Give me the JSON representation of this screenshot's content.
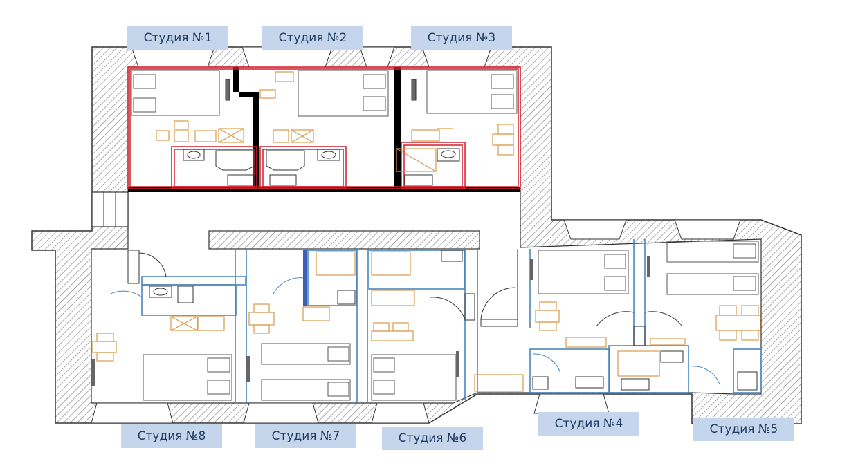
{
  "studios": {
    "s1": "Студия №1",
    "s2": "Студия №2",
    "s3": "Студия №3",
    "s4": "Студия №4",
    "s5": "Студия №5",
    "s6": "Студия №6",
    "s7": "Студия №7",
    "s8": "Студия №8"
  },
  "colors": {
    "label_bg": "#c5d5ec",
    "label_text": "#1f3b63",
    "wall_hatch": "#7a7a7a",
    "top_partition": "#d21e2a",
    "bottom_partition": "#4a86bd",
    "furniture": "#d89a4a",
    "black_wall": "#000000"
  }
}
